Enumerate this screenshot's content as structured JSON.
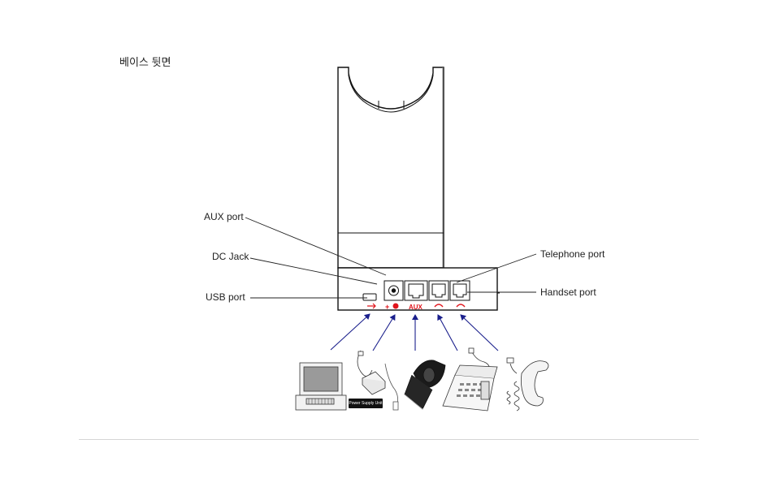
{
  "heading": "베이스 뒷면",
  "labels": {
    "aux": "AUX port",
    "dc": "DC Jack",
    "usb": "USB port",
    "telephone": "Telephone port",
    "handset": "Handset port"
  },
  "port_markings": {
    "aux": "AUX"
  },
  "devices": {
    "psu_label": "Power Supply Unit"
  },
  "colors": {
    "line": "#222222",
    "arrow": "#1a1f8c",
    "port_mark": "#e0141b",
    "divider": "#d5d5d5"
  }
}
